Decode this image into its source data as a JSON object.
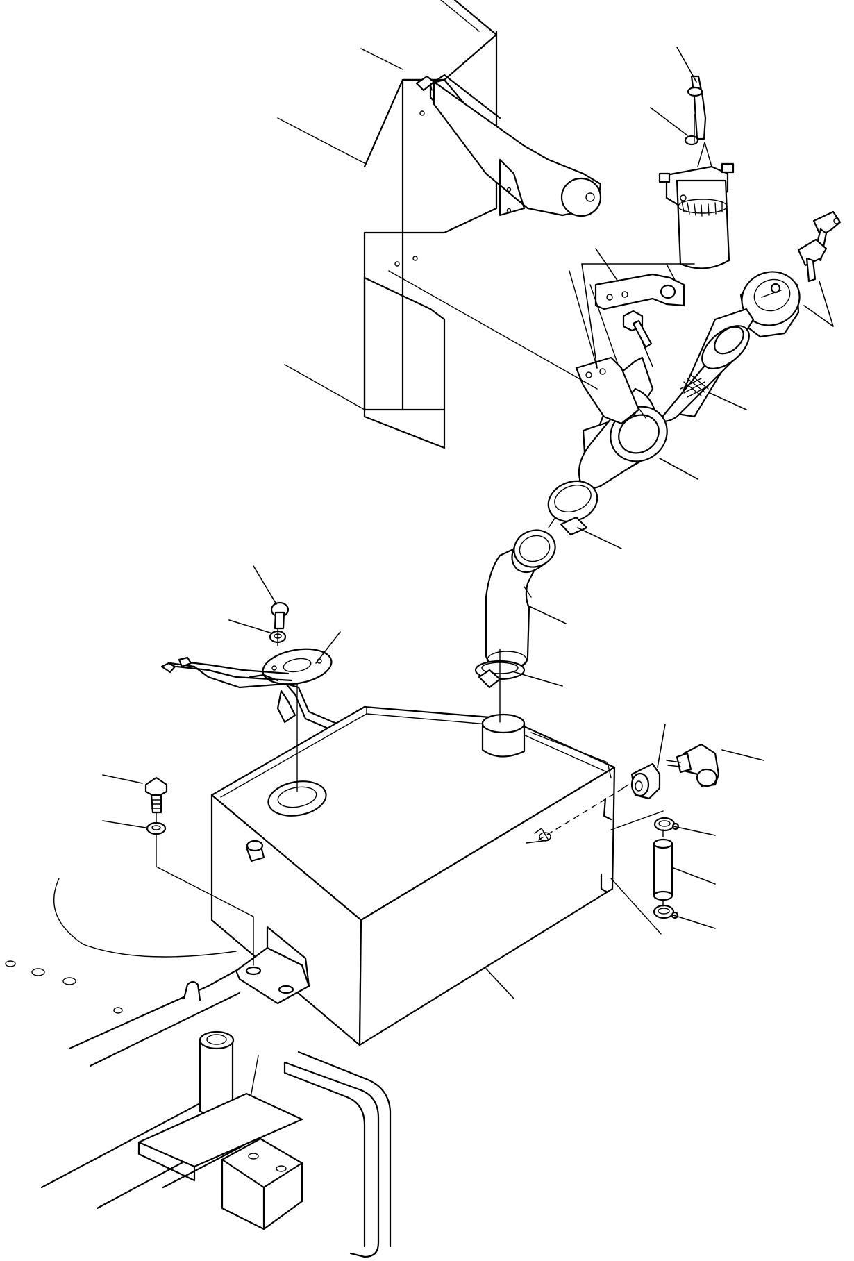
{
  "diagram": {
    "kind": "exploded parts view",
    "line_color": "#000000",
    "background": "#ffffff",
    "assemblies": [
      {
        "id": "mounting-frame",
        "kind": "machine frame (context)"
      },
      {
        "id": "fuel-tank",
        "kind": "fuel tank"
      },
      {
        "id": "filler-system",
        "kind": "filler neck, hoses, clamps, cap with keys"
      },
      {
        "id": "sender-unit",
        "kind": "fuel level sender with wiring"
      },
      {
        "id": "fuel-filter",
        "kind": "water separator / fuel filter with bracket"
      },
      {
        "id": "drain-line",
        "kind": "drain valve, elbow, hose, clamps"
      }
    ],
    "callout_count": 22
  }
}
